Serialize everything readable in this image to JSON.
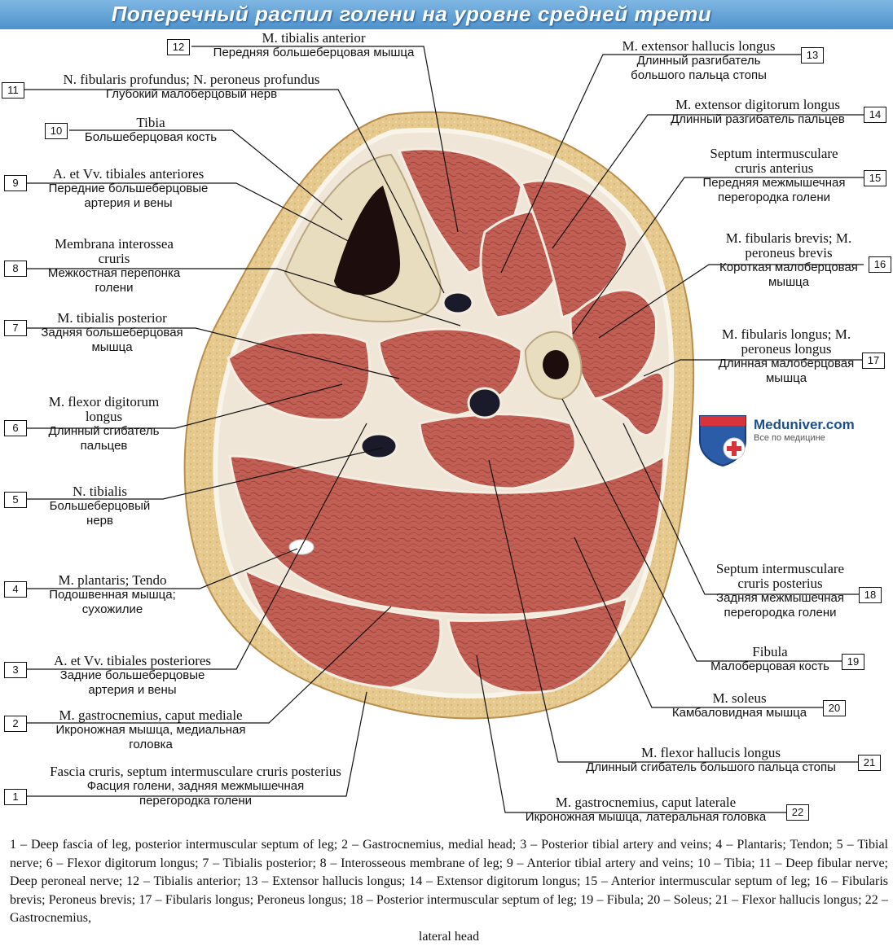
{
  "title": "Поперечный распил голени на уровне средней трети",
  "logo": {
    "name": "Meduniver.com",
    "tagline": "Все по медицине"
  },
  "labels": [
    {
      "n": "1",
      "lat": "Fascia cruris, septum intermusculare cruris posterius",
      "ru": "Фасция голени, задняя межмышечная перегородка голени"
    },
    {
      "n": "2",
      "lat": "M. gastrocnemius, caput mediale",
      "ru": "Икроножная мышца, медиальная головка"
    },
    {
      "n": "3",
      "lat": "A. et Vv. tibiales posteriores",
      "ru": "Задние большеберцовые артерия и вены"
    },
    {
      "n": "4",
      "lat": "M. plantaris; Tendo",
      "ru": "Подошвенная мышца; сухожилие"
    },
    {
      "n": "5",
      "lat": "N. tibialis",
      "ru": "Большеберцовый нерв"
    },
    {
      "n": "6",
      "lat": "M. flexor digitorum longus",
      "ru": "Длинный сгибатель пальцев"
    },
    {
      "n": "7",
      "lat": "M. tibialis posterior",
      "ru": "Задняя большеберцовая мышца"
    },
    {
      "n": "8",
      "lat": "Membrana interossea cruris",
      "ru": "Межкостная перепонка голени"
    },
    {
      "n": "9",
      "lat": "A. et Vv. tibiales anteriores",
      "ru": "Передние большеберцовые артерия и вены"
    },
    {
      "n": "10",
      "lat": "Tibia",
      "ru": "Большеберцовая кость"
    },
    {
      "n": "11",
      "lat": "N. fibularis profundus; N. peroneus profundus",
      "ru": "Глубокий малоберцовый нерв"
    },
    {
      "n": "12",
      "lat": "M. tibialis anterior",
      "ru": "Передняя большеберцовая мышца"
    },
    {
      "n": "13",
      "lat": "M. extensor hallucis longus",
      "ru": "Длинный разгибатель большого пальца стопы"
    },
    {
      "n": "14",
      "lat": "M. extensor digitorum longus",
      "ru": "Длинный разгибатель пальцев"
    },
    {
      "n": "15",
      "lat": "Septum intermusculare cruris anterius",
      "ru": "Передняя межмышечная перегородка голени"
    },
    {
      "n": "16",
      "lat": "M. fibularis brevis; M. peroneus brevis",
      "ru": "Короткая малоберцовая мышца"
    },
    {
      "n": "17",
      "lat": "M. fibularis longus; M. peroneus longus",
      "ru": "Длинная малоберцовая мышца"
    },
    {
      "n": "18",
      "lat": "Septum intermusculare cruris posterius",
      "ru": "Задняя межмышечная перегородка голени"
    },
    {
      "n": "19",
      "lat": "Fibula",
      "ru": "Малоберцовая кость"
    },
    {
      "n": "20",
      "lat": "M. soleus",
      "ru": "Камбаловидная мышца"
    },
    {
      "n": "21",
      "lat": "M. flexor hallucis longus",
      "ru": "Длинный сгибатель большого пальца стопы"
    },
    {
      "n": "22",
      "lat": "M. gastrocnemius, caput laterale",
      "ru": "Икроножная мышца, латеральная головка"
    }
  ],
  "caption": {
    "main": "1 – Deep fascia of leg, posterior intermuscular septum of leg; 2 – Gastrocnemius, medial head; 3 – Posterior tibial artery and veins; 4 – Plantaris; Tendon; 5 – Tibial nerve; 6 – Flexor digitorum longus; 7 – Tibialis posterior; 8 – Interosseous membrane of leg; 9 – Anterior tibial artery and veins; 10 – Tibia; 11 – Deep fibular nerve; Deep peroneal nerve; 12 – Tibialis anterior; 13 – Extensor hallucis longus; 14 – Extensor digitorum longus; 15 – Anterior intermuscular septum of leg; 16 – Fibularis brevis; Peroneus brevis; 17 – Fibularis longus; Peroneus longus; 18 – Posterior intermuscular septum of leg; 19 – Fibula; 20 – Soleus; 21 – Flexor hallucis longus; 22 – Gastrocnemius,",
    "last": "lateral head"
  }
}
